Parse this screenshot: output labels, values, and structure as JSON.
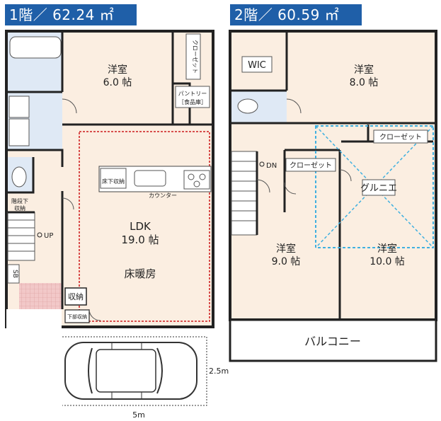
{
  "floors": [
    {
      "title": "1階／ 62.24 ㎡",
      "rooms": {
        "western_room": {
          "name": "洋室",
          "size": "6.0 帖"
        },
        "ldk": {
          "name": "LDK",
          "size": "19.0 帖",
          "note": "床暖房"
        },
        "closet_vertical": "クローゼット",
        "pantry": {
          "line1": "パントリー",
          "line2": "［食品庫］"
        },
        "underfloor_storage": "床下収納",
        "counter": "カウンター",
        "stair_storage": {
          "line1": "階段下",
          "line2": "収納"
        },
        "storage": "収納",
        "shoe_storage": "下部収納",
        "sb": "SB",
        "up": "UP"
      }
    },
    {
      "title": "2階／ 60.59 ㎡",
      "rooms": {
        "wic": "WIC",
        "western_room_1": {
          "name": "洋室",
          "size": "8.0 帖"
        },
        "western_room_2": {
          "name": "洋室",
          "size": "9.0 帖"
        },
        "western_room_3": {
          "name": "洋室",
          "size": "10.0 帖"
        },
        "grenier": "グルニエ",
        "closet_1": "クローゼット",
        "closet_2": "クローゼット",
        "balcony": "バルコニー",
        "dn": "DN"
      }
    }
  ],
  "parking": {
    "width_label": "5m",
    "depth_label": "2.5m"
  },
  "colors": {
    "title_bg": "#1f5fa8",
    "floor": "#fbeee1",
    "wall": "#222222",
    "wet_area": "#dfe9f5",
    "heating_border": "#d43a3a",
    "grenier_border": "#3fb0e0",
    "tile": "#f2c8c8"
  }
}
